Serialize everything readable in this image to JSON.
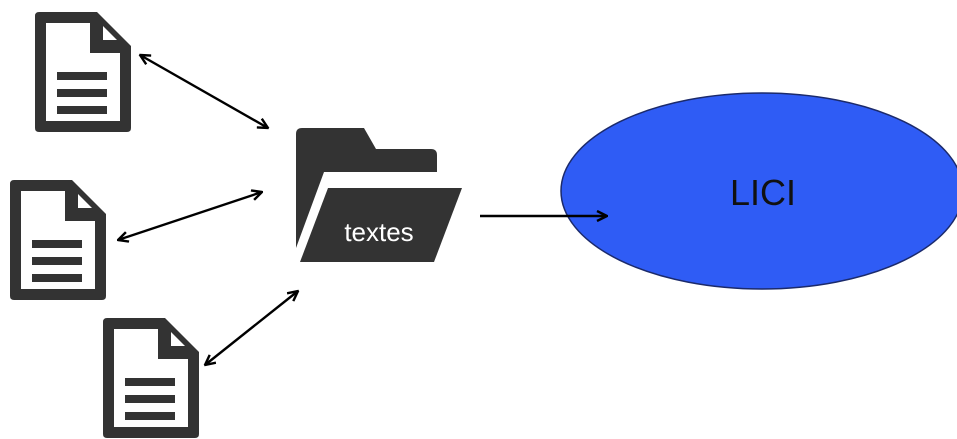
{
  "diagram": {
    "folder": {
      "label": "textes",
      "icon": "folder-open-icon"
    },
    "documents": [
      {
        "icon": "document-icon"
      },
      {
        "icon": "document-icon"
      },
      {
        "icon": "document-icon"
      }
    ],
    "target": {
      "label": "LICI",
      "fill": "#2f5cf5",
      "stroke": "#1b2a6b"
    },
    "connections": [
      {
        "from": "document-1",
        "to": "folder",
        "direction": "both"
      },
      {
        "from": "document-2",
        "to": "folder",
        "direction": "both"
      },
      {
        "from": "document-3",
        "to": "folder",
        "direction": "both"
      },
      {
        "from": "folder",
        "to": "target",
        "direction": "forward"
      }
    ],
    "colors": {
      "icon": "#333333",
      "arrow": "#000000",
      "folder_label": "#ffffff",
      "target_label": "#111111"
    }
  }
}
